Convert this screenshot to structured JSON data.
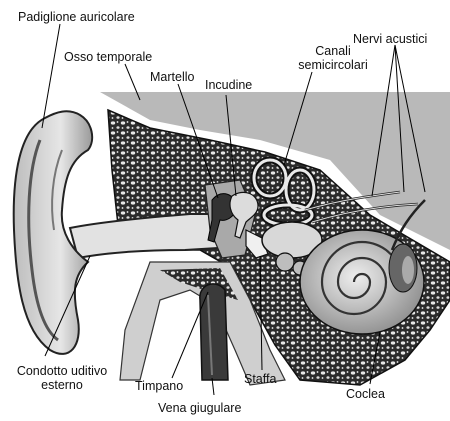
{
  "labels": {
    "padiglione": "Padiglione auricolare",
    "osso_temporale": "Osso temporale",
    "martello": "Martello",
    "incudine": "Incudine",
    "canali_1": "Canali",
    "canali_2": "semicircolari",
    "nervi": "Nervi acustici",
    "condotto_1": "Condotto uditivo",
    "condotto_2": "esterno",
    "timpano": "Timpano",
    "staffa": "Staffa",
    "coclea": "Coclea",
    "vena": "Vena giugulare"
  }
}
